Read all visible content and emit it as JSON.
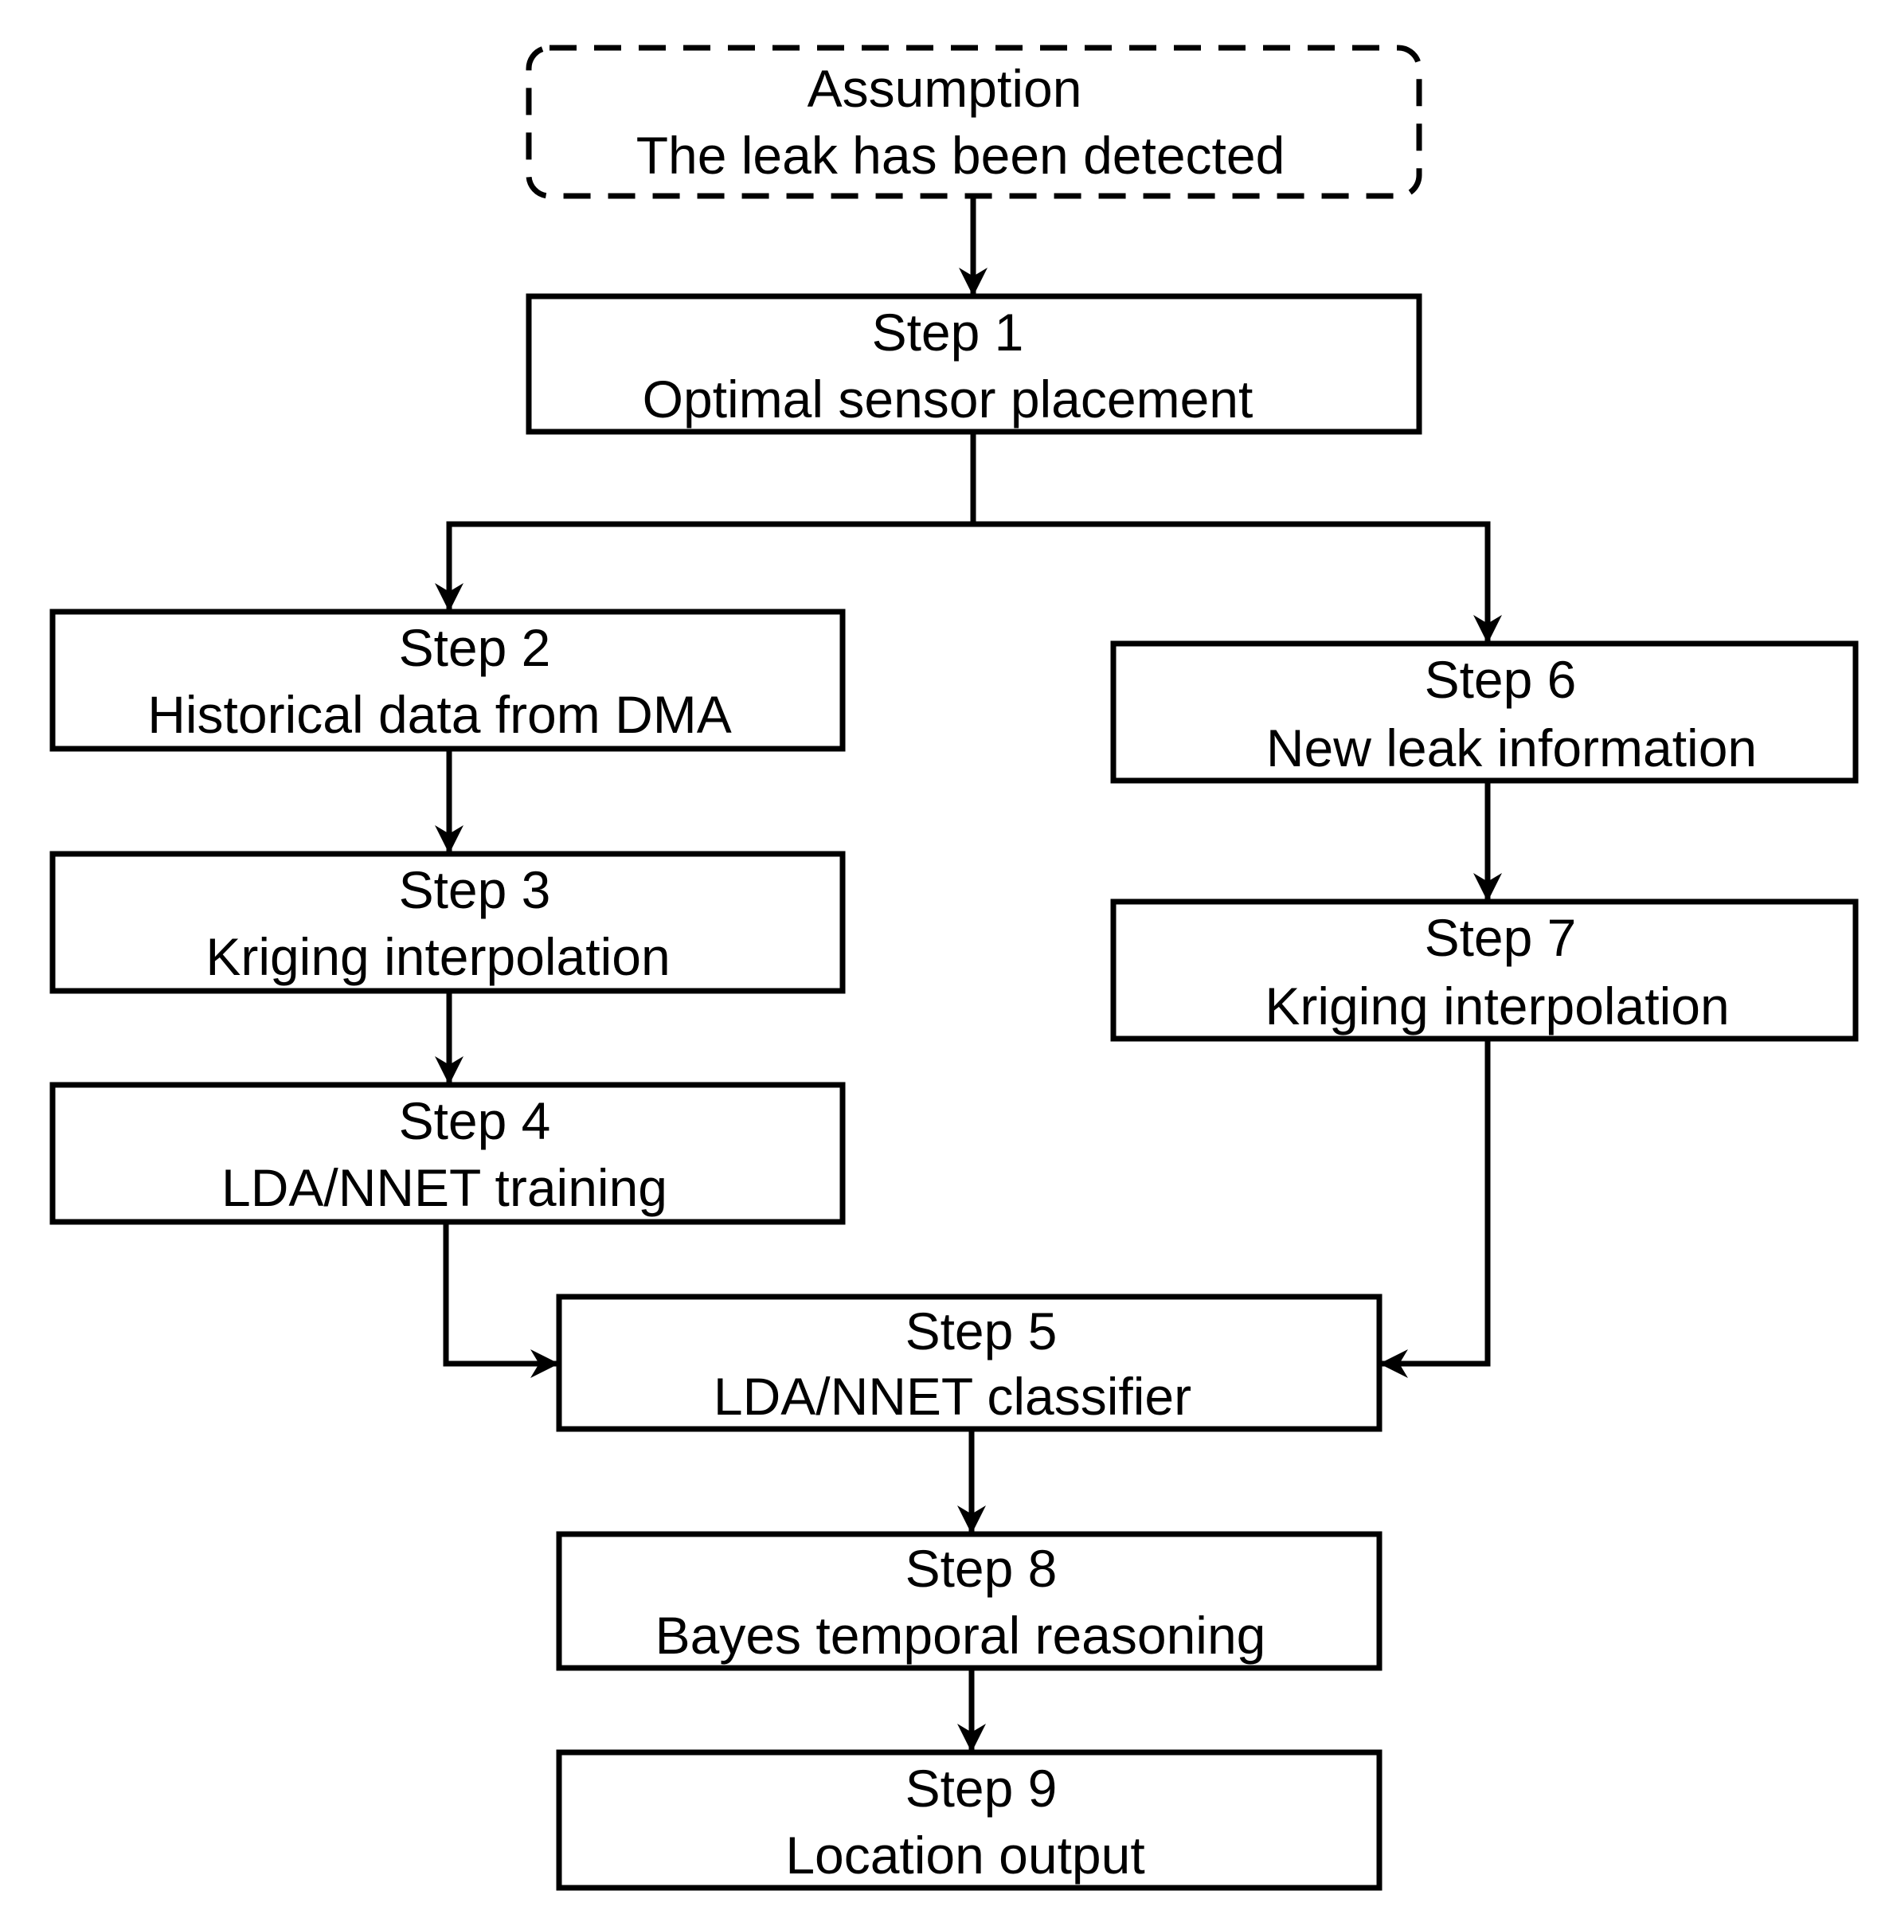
{
  "diagram": {
    "nodes": [
      {
        "id": "assumption",
        "title": "Assumption",
        "text": "The leak has been detected",
        "style": "dashed"
      },
      {
        "id": "step1",
        "title": "Step 1",
        "text": "Optimal sensor placement",
        "style": "solid"
      },
      {
        "id": "step2",
        "title": "Step 2",
        "text": "Historical data from DMA",
        "style": "solid"
      },
      {
        "id": "step3",
        "title": "Step 3",
        "text": "Kriging interpolation",
        "style": "solid"
      },
      {
        "id": "step4",
        "title": "Step 4",
        "text": "LDA/NNET training",
        "style": "solid"
      },
      {
        "id": "step5",
        "title": "Step 5",
        "text": "LDA/NNET classifier",
        "style": "solid"
      },
      {
        "id": "step6",
        "title": "Step 6",
        "text": "New leak information",
        "style": "solid"
      },
      {
        "id": "step7",
        "title": "Step 7",
        "text": "Kriging interpolation",
        "style": "solid"
      },
      {
        "id": "step8",
        "title": "Step 8",
        "text": "Bayes temporal reasoning",
        "style": "solid"
      },
      {
        "id": "step9",
        "title": "Step 9",
        "text": "Location output",
        "style": "solid"
      }
    ],
    "edges": [
      {
        "from": "assumption",
        "to": "step1"
      },
      {
        "from": "step1",
        "to": "step2"
      },
      {
        "from": "step1",
        "to": "step6"
      },
      {
        "from": "step2",
        "to": "step3"
      },
      {
        "from": "step3",
        "to": "step4"
      },
      {
        "from": "step4",
        "to": "step5"
      },
      {
        "from": "step6",
        "to": "step7"
      },
      {
        "from": "step7",
        "to": "step5"
      },
      {
        "from": "step5",
        "to": "step8"
      },
      {
        "from": "step8",
        "to": "step9"
      }
    ],
    "colors": {
      "stroke": "#000000",
      "background": "#ffffff",
      "text": "#000000"
    }
  }
}
